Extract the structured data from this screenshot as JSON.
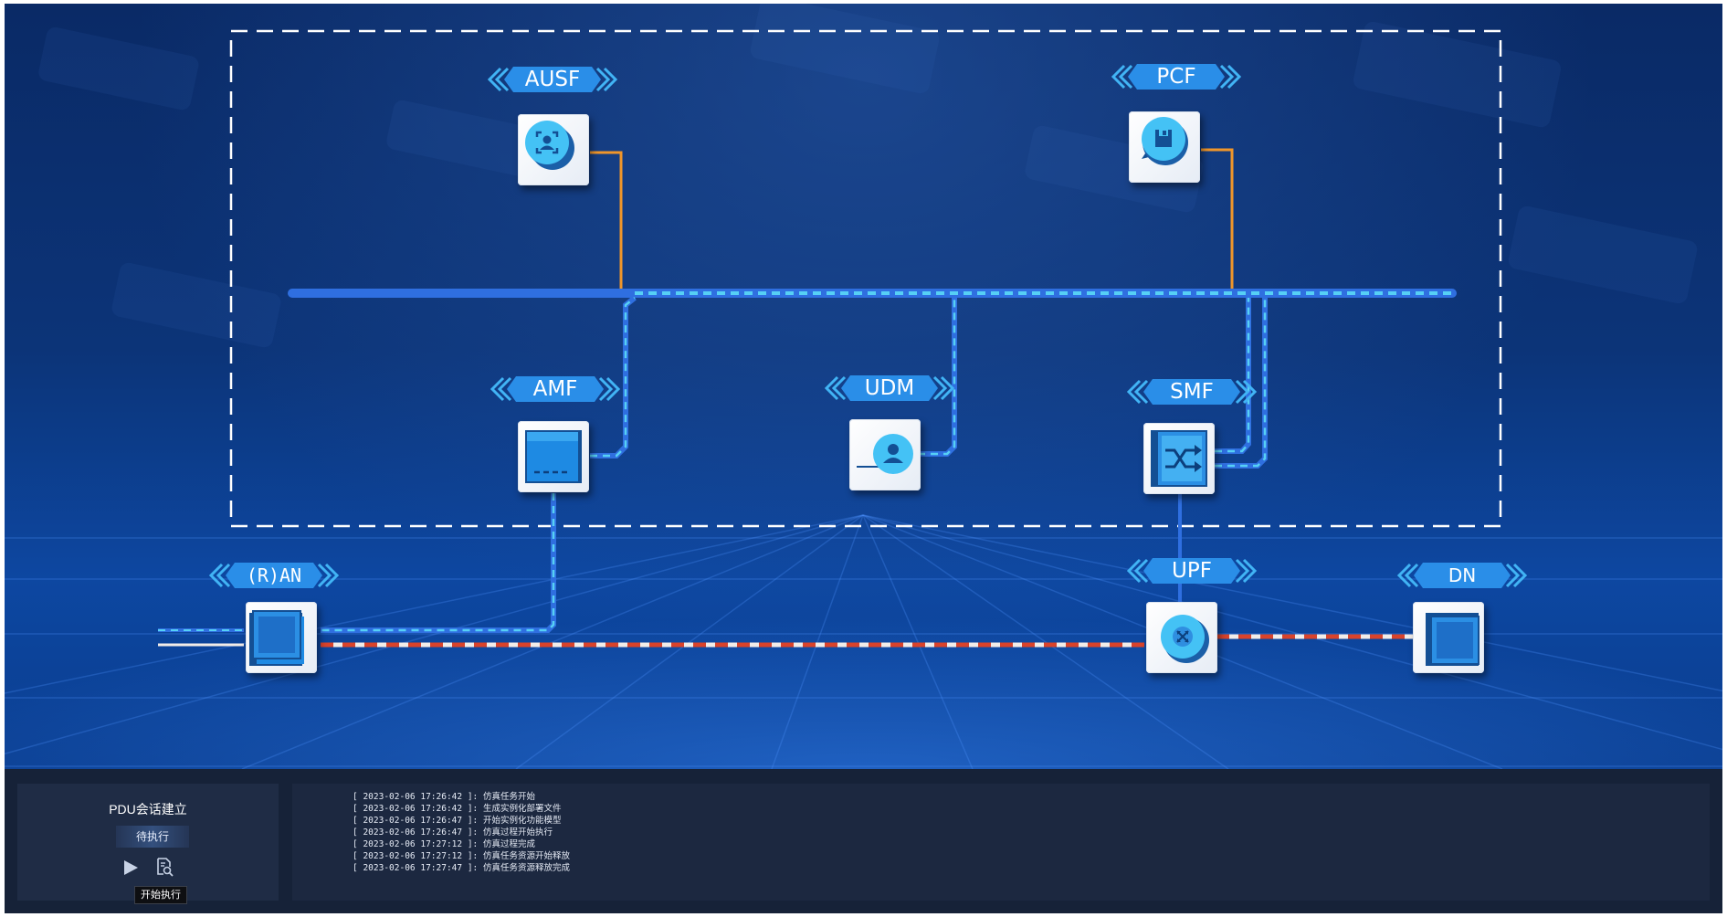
{
  "topology": {
    "nodes": [
      {
        "id": "ausf",
        "label": "AUSF",
        "icon": "ausf-authentication-icon"
      },
      {
        "id": "pcf",
        "label": "PCF",
        "icon": "pcf-policy-icon"
      },
      {
        "id": "amf",
        "label": "AMF",
        "icon": "amf-module-icon"
      },
      {
        "id": "udm",
        "label": "UDM",
        "icon": "udm-user-icon"
      },
      {
        "id": "smf",
        "label": "SMF",
        "icon": "smf-switch-icon"
      },
      {
        "id": "ran",
        "label": "(R)AN",
        "icon": "ran-device-icon"
      },
      {
        "id": "upf",
        "label": "UPF",
        "icon": "upf-router-icon"
      },
      {
        "id": "dn",
        "label": "DN",
        "icon": "dn-network-icon"
      }
    ],
    "colors": {
      "bus": "#2f6fe0",
      "signaling_dash": "#56d0f5",
      "control_link": "#f0962a",
      "user_plane": "#d9432b",
      "label_fill": "#2a8ee8",
      "boundary": "#ffffff"
    }
  },
  "task": {
    "title": "PDU会话建立",
    "status": "待执行",
    "play_icon": "play-icon",
    "report_icon": "report-search-icon",
    "tooltip": "开始执行"
  },
  "logs": [
    "[ 2023-02-06 17:26:42 ]: 仿真任务开始",
    "[ 2023-02-06 17:26:42 ]: 生成实例化部署文件",
    "[ 2023-02-06 17:26:47 ]: 开始实例化功能模型",
    "[ 2023-02-06 17:26:47 ]: 仿真过程开始执行",
    "[ 2023-02-06 17:27:12 ]: 仿真过程完成",
    "[ 2023-02-06 17:27:12 ]: 仿真任务资源开始释放",
    "[ 2023-02-06 17:27:47 ]: 仿真任务资源释放完成"
  ]
}
